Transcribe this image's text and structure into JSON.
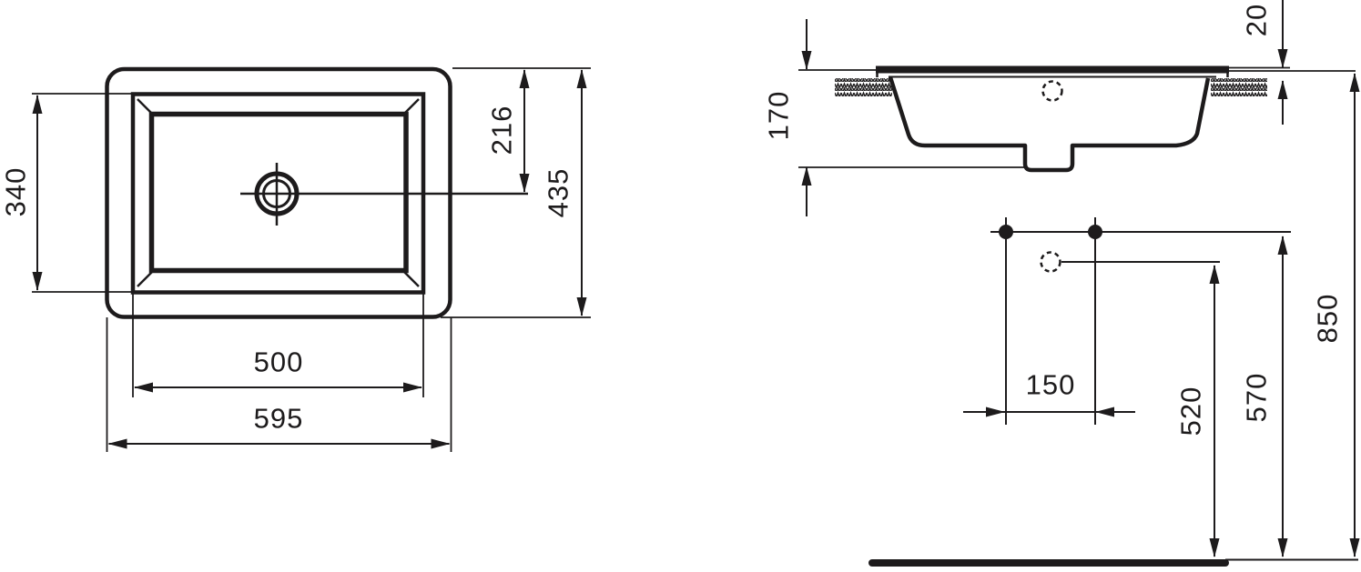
{
  "drawing": {
    "background": "#ffffff",
    "line_color": "#1d1b1c",
    "views": {
      "plan": {
        "dims": {
          "basin_inner_depth": "340",
          "drain_center_offset": "216",
          "overall_depth": "435",
          "basin_inner_width": "500",
          "overall_width": "595"
        }
      },
      "section": {
        "dims": {
          "rim_thickness": "20",
          "bowl_depth": "170",
          "fixing_hole_spacing": "150",
          "drain_outlet_height": "520",
          "fixing_holes_height": "570",
          "rim_height": "850"
        }
      }
    }
  }
}
